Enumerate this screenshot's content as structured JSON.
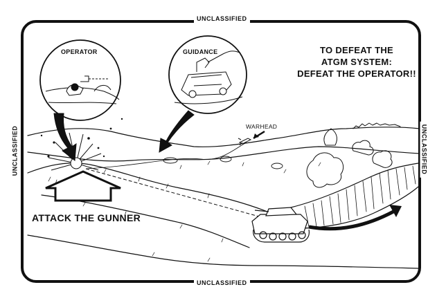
{
  "classification": {
    "top": "UNCLASSIFIED",
    "bottom": "UNCLASSIFIED",
    "left": "UNCLASSIFIED",
    "right": "UNCLASSIFIED"
  },
  "headline": {
    "line1": "TO DEFEAT THE",
    "line2": "ATGM SYSTEM:",
    "line3": "DEFEAT THE OPERATOR!!"
  },
  "insets": {
    "operator_label": "OPERATOR",
    "guidance_label": "GUIDANCE"
  },
  "labels": {
    "warhead": "WARHEAD",
    "attack": "ATTACK THE GUNNER"
  }
}
